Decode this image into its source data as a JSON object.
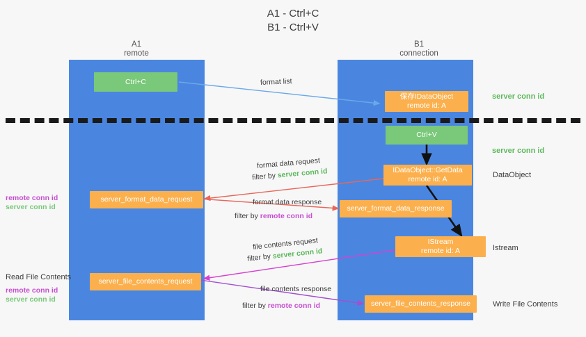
{
  "title": "A1 - Ctrl+C\nB1 - Ctrl+V",
  "colors": {
    "lane": "#4a86e0",
    "node_orange": "#fbb04d",
    "node_green": "#7ac87a",
    "server_conn_id": "#5db85d",
    "remote_conn_id": "#c64fd0",
    "arrow_blue": "#6aa9e9",
    "arrow_red": "#e8665a",
    "arrow_magenta": "#d73fd0",
    "arrow_purple": "#a24fd0",
    "arrow_black": "#111111",
    "background": "#f7f7f7"
  },
  "columns": [
    {
      "name": "A1",
      "sub": "remote"
    },
    {
      "name": "B1",
      "sub": "connection"
    }
  ],
  "nodes": {
    "ctrl_c": {
      "line1": "Ctrl+C",
      "line2": ""
    },
    "save_idataobject": {
      "line1": "保存IDataObject",
      "line2": "remote id: A"
    },
    "ctrl_v": {
      "line1": "Ctrl+V",
      "line2": ""
    },
    "getdata": {
      "line1": "IDataObject::GetData",
      "line2": "remote id: A"
    },
    "format_data_request": {
      "line1": "server_format_data_request",
      "line2": ""
    },
    "format_data_response": {
      "line1": "server_format_data_response",
      "line2": ""
    },
    "istream": {
      "line1": "IStream",
      "line2": "remote id: A"
    },
    "file_contents_request": {
      "line1": "server_file_contents_request",
      "line2": ""
    },
    "file_contents_response": {
      "line1": "server_file_contents_response",
      "line2": ""
    }
  },
  "right_labels": {
    "server_conn_id_top": "server conn id",
    "server_conn_id_mid": "server conn id",
    "dataobject": "DataObject",
    "istream": "Istream",
    "write_file_contents": "Write File Contents"
  },
  "left_labels": {
    "read_file_contents": "Read File Contents",
    "conn_top_remote": "remote conn id",
    "conn_top_server": "server conn id",
    "conn_bottom_remote": "remote conn id",
    "conn_bottom_server": "server conn id"
  },
  "arrow_labels": {
    "format_list": "format list",
    "format_data_request": "format data request",
    "format_data_request_filter_prefix": "filter by ",
    "format_data_request_filter_value": "server conn id",
    "format_data_response": "format data response",
    "format_data_response_filter_prefix": "filter by ",
    "format_data_response_filter_value": "remote conn id",
    "file_contents_request": "file contents request",
    "file_contents_request_filter_prefix": "filter by ",
    "file_contents_request_filter_value": "server conn id",
    "file_contents_response": "file contents response",
    "file_contents_response_filter_prefix": "filter by ",
    "file_contents_response_filter_value": "remote conn id"
  }
}
